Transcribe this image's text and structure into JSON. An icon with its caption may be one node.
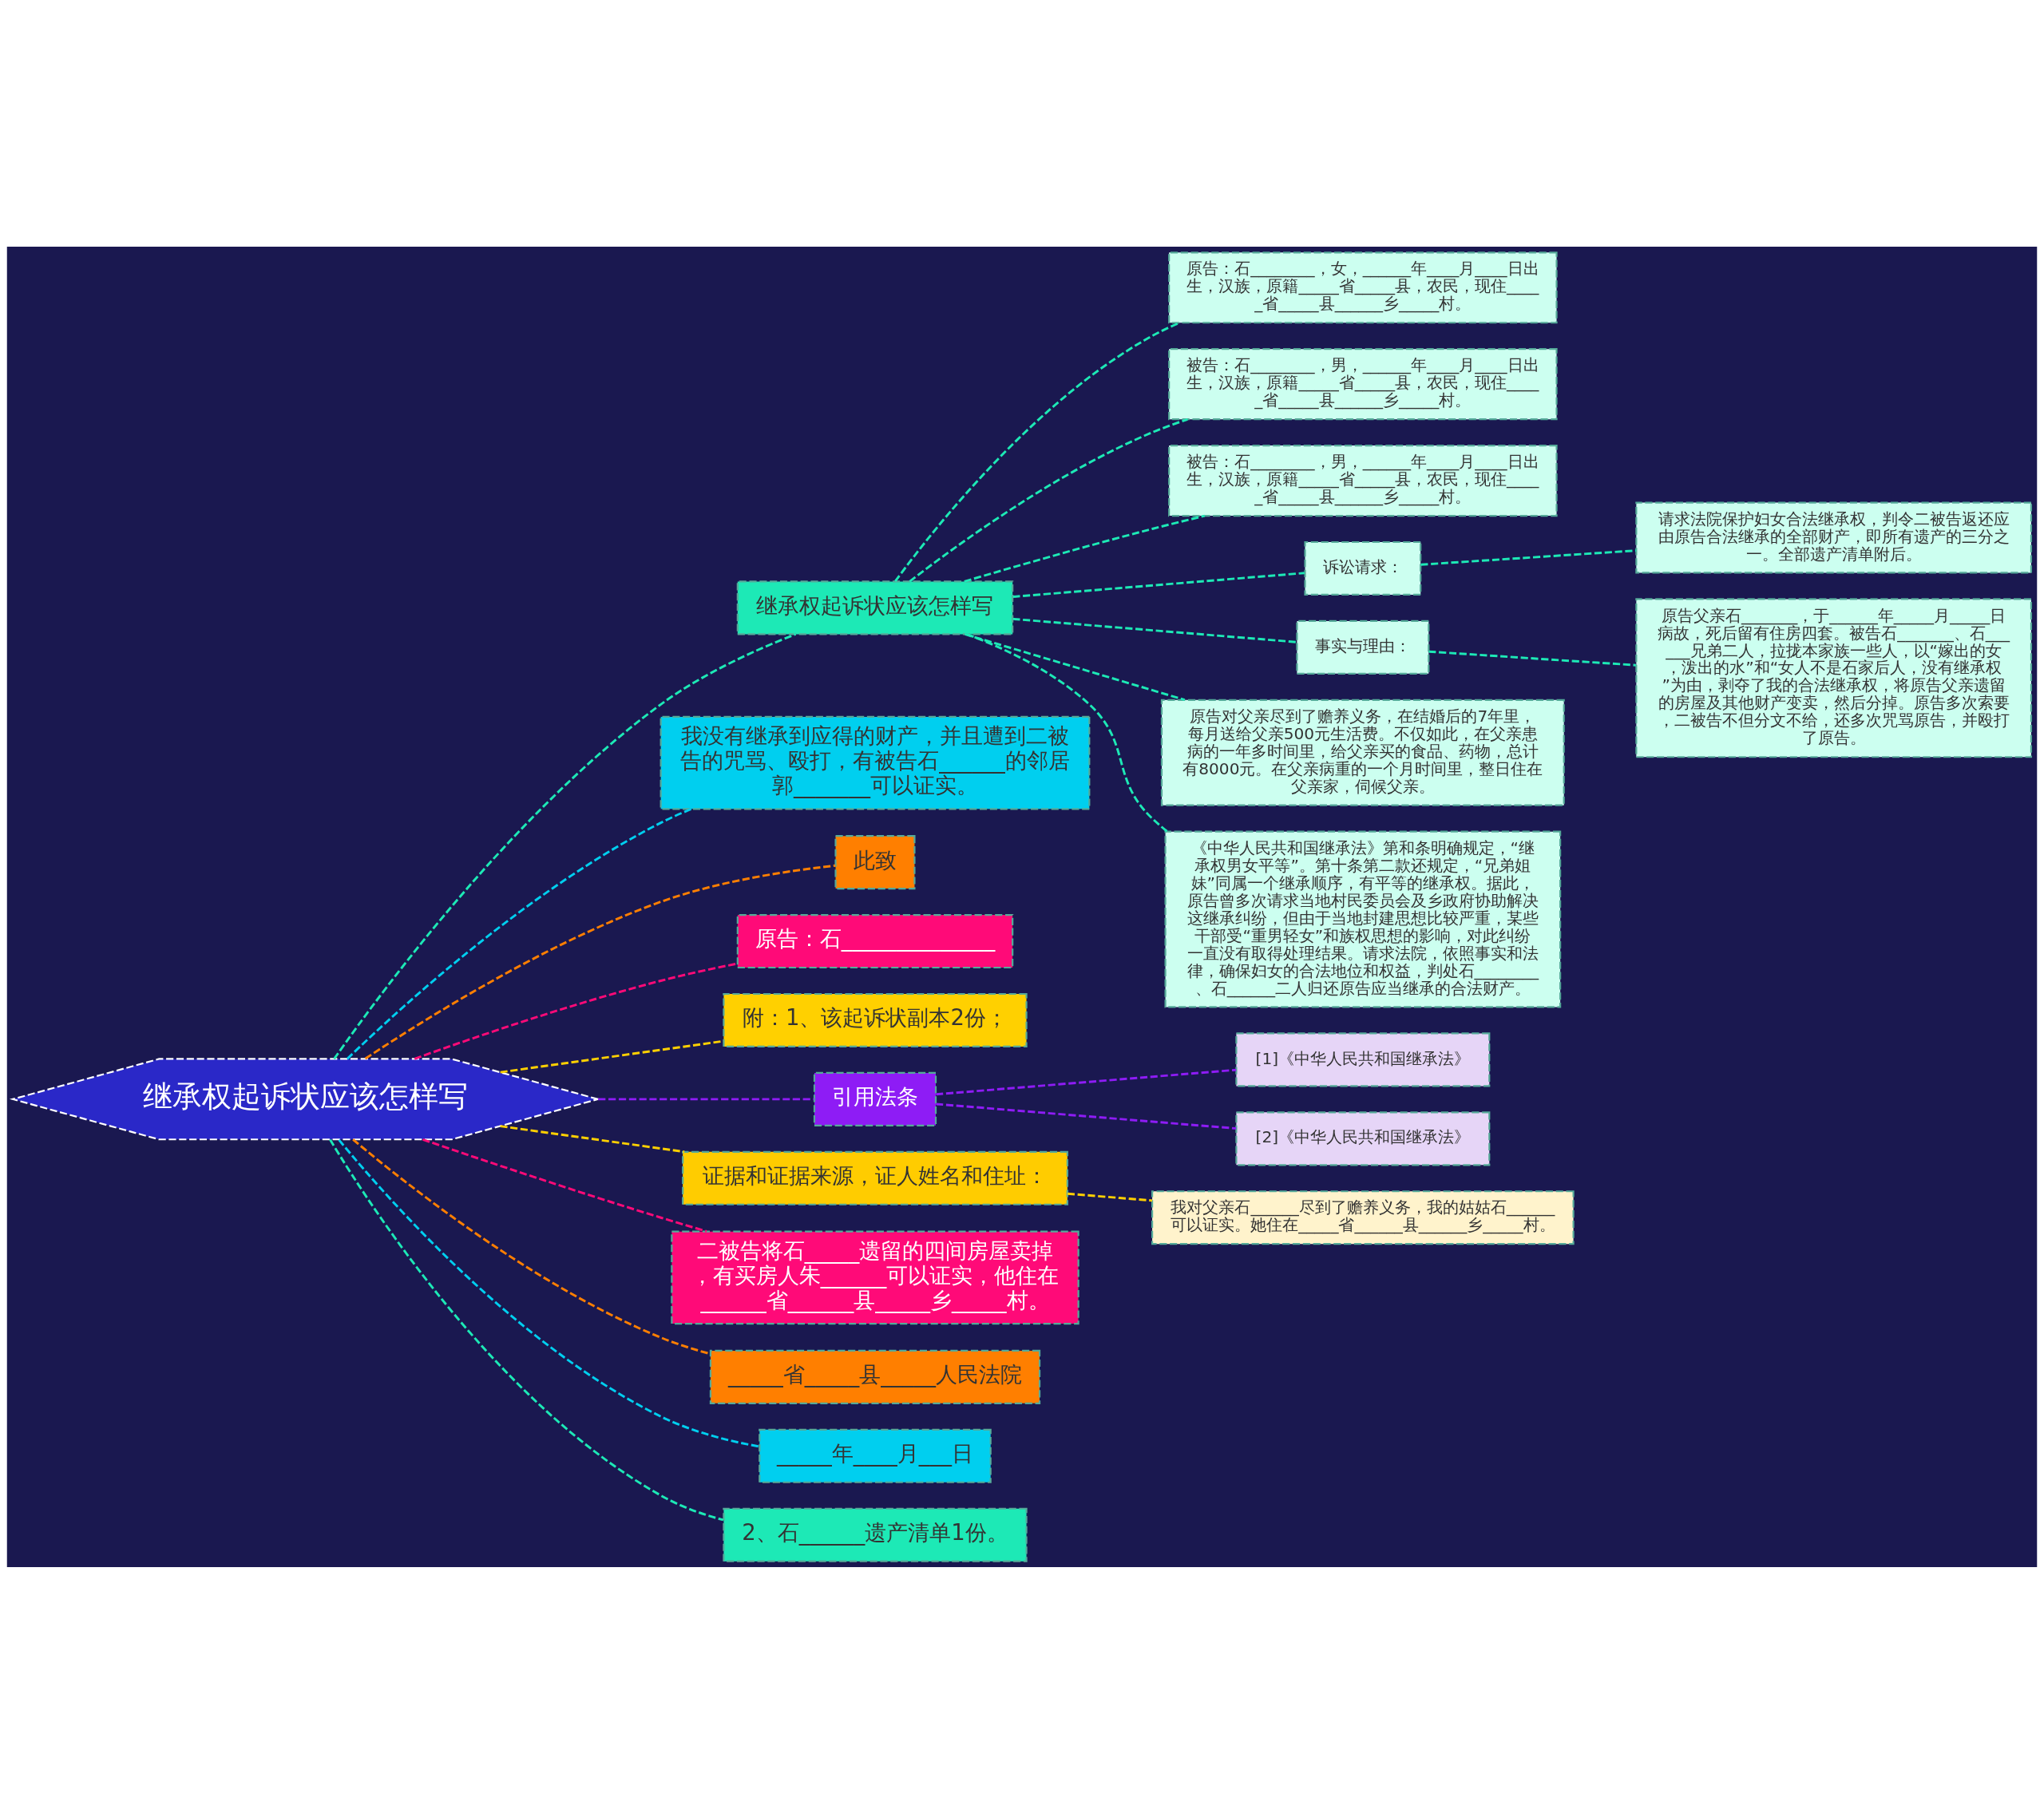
{
  "diagram": {
    "nodes": [
      {
        "text": [
          "继承权起诉状应该怎样写"
        ]
      },
      {
        "text": [
          "继承权起诉状应该怎样写"
        ]
      },
      {
        "text": [
          "原告：石________，女，______年____月____日出生，汉族，原籍_____省_____县，农民，现住_____省_____县______乡_____村。"
        ]
      },
      {
        "text": [
          "被告：石________，男，______年____月____日出生，汉族，原籍_____省_____县，农民，现住_____省_____县______乡_____村。"
        ]
      },
      {
        "text": [
          "被告：石________，男，______年____月____日出生，汉族，原籍_____省_____县，农民，现住_____省_____县______乡_____村。"
        ]
      },
      {
        "text": [
          "诉讼请求："
        ]
      },
      {
        "text": [
          "请求法院保护妇女合法继承权，判令二被告返还应由原告合法继承的全部财产，即所有遗产的三分之一。全部遗产清单附后。"
        ]
      },
      {
        "text": [
          "事实与理由："
        ]
      },
      {
        "text": [
          "原告父亲石_______，于______年_____月_____日病故，死后留有住房四套。被告石_______、石______兄弟二人，拉拢本家族一些人，以“嫁出的女，泼出的水”和“女人不是石家后人，没有继承权”为由，剥夺了我的合法继承权，将原告父亲遗留的房屋及其他财产变卖，然后分掉。原告多次索要，二被告不但分文不给，还多次咒骂原告，并殴打了原告。"
        ]
      },
      {
        "text": [
          "原告对父亲尽到了赡养义务，在结婚后的7年里，每月送给父亲500元生活费。不仅如此，在父亲患病的一年多时间里，给父亲买的食品、药物，总计有8000元。在父亲病重的一个月时间里，整日住在父亲家，伺候父亲。"
        ]
      },
      {
        "text": [
          "《中华人民共和国继承法》第和条明确规定，“继承权男女平等”。第十条第二款还规定，“兄弟姐妹”同属一个继承顺序，有平等的继承权。据此，原告曾多次请求当地村民委员会及乡政府协助解决这继承纠纷，但由于当地封建思想比较严重，某些干部受“重男轻女”和族权思想的影响，对此纠纷一直没有取得处理结果。请求法院，依照事实和法律，确保妇女的合法地位和权益，判处石________、石______二人归还原告应当继承的合法财产。"
        ]
      },
      {
        "text": [
          "我没有继承到应得的财产，并且遭到二被告的咒骂、殴打，有被告石______的邻居郭_______可以证实。"
        ]
      },
      {
        "text": [
          "此致"
        ]
      },
      {
        "text": [
          "原告：石______________"
        ]
      },
      {
        "text": [
          "附：1、该起诉状副本2份；"
        ]
      },
      {
        "text": [
          "引用法条"
        ]
      },
      {
        "text": [
          "[1]《中华人民共和国继承法》"
        ]
      },
      {
        "text": [
          "[2]《中华人民共和国继承法》"
        ]
      },
      {
        "text": [
          "证据和证据来源，证人姓名和住址："
        ]
      },
      {
        "text": [
          "我对父亲石______尽到了赡养义务，我的姑姑石______可以证实。她住在_____省______县______乡_____村。"
        ]
      },
      {
        "text": [
          "二被告将石_____遗留的四间房屋卖掉，有买房人朱______可以证实，他住在______省______县_____乡_____村。"
        ]
      },
      {
        "text": [
          "_____省_____县_____人民法院"
        ]
      },
      {
        "text": [
          "_____年____月___日"
        ]
      },
      {
        "text": [
          "2、石______遗产清单1份。"
        ]
      }
    ],
    "edges": [
      {
        "from": 0,
        "to": 1,
        "arrow": "none",
        "color": "#1de9b6"
      },
      {
        "from": 1,
        "to": 2,
        "arrow": "none",
        "color": "#1de9b6"
      },
      {
        "from": 1,
        "to": 3,
        "arrow": "none",
        "color": "#1de9b6"
      },
      {
        "from": 1,
        "to": 4,
        "arrow": "none",
        "color": "#1de9b6"
      },
      {
        "from": 1,
        "to": 5,
        "arrow": "none",
        "color": "#1de9b6"
      },
      {
        "from": 5,
        "to": 6,
        "arrow": "none",
        "color": "#1de9b6"
      },
      {
        "from": 1,
        "to": 7,
        "arrow": "none",
        "color": "#1de9b6"
      },
      {
        "from": 7,
        "to": 8,
        "arrow": "none",
        "color": "#1de9b6"
      },
      {
        "from": 1,
        "to": 9,
        "arrow": "none",
        "color": "#1de9b6"
      },
      {
        "from": 1,
        "to": 10,
        "arrow": "none",
        "color": "#1de9b6"
      },
      {
        "from": 0,
        "to": 11,
        "arrow": "none",
        "color": "#00cfef"
      },
      {
        "from": 0,
        "to": 12,
        "arrow": "none",
        "color": "#ff7f00"
      },
      {
        "from": 0,
        "to": 13,
        "arrow": "none",
        "color": "#ff0a78"
      },
      {
        "from": 0,
        "to": 14,
        "arrow": "none",
        "color": "#ffd000"
      },
      {
        "from": 0,
        "to": 15,
        "arrow": "none",
        "color": "#8e1cf5"
      },
      {
        "from": 15,
        "to": 16,
        "arrow": "none",
        "color": "#8e1cf5"
      },
      {
        "from": 15,
        "to": 17,
        "arrow": "none",
        "color": "#8e1cf5"
      },
      {
        "from": 0,
        "to": 18,
        "arrow": "none",
        "color": "#ffd000"
      },
      {
        "from": 18,
        "to": 19,
        "arrow": "none",
        "color": "#ffd000"
      },
      {
        "from": 0,
        "to": 20,
        "arrow": "none",
        "color": "#ff0a78"
      },
      {
        "from": 0,
        "to": 21,
        "arrow": "none",
        "color": "#ff7f00"
      },
      {
        "from": 0,
        "to": 22,
        "arrow": "none",
        "color": "#00cfef"
      },
      {
        "from": 0,
        "to": 23,
        "arrow": "none",
        "color": "#1de9b6"
      }
    ]
  }
}
